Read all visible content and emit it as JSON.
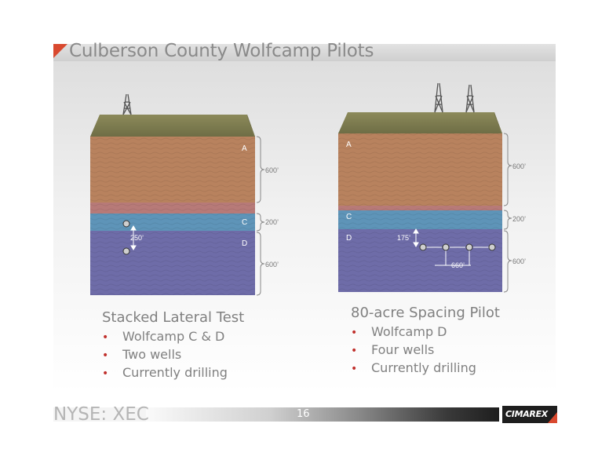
{
  "slide": {
    "title": "Culberson County Wolfcamp Pilots",
    "page_number": "16",
    "ticker": "NYSE: XEC",
    "logo_text": "CIMAREX"
  },
  "colors": {
    "accent": "#d9492f",
    "layer_a": "#b8825e",
    "layer_c": "#5e94b8",
    "layer_d": "#6e6ca8",
    "bullet": "#c0302c"
  },
  "left_diagram": {
    "layer_labels": [
      "A",
      "C",
      "D"
    ],
    "thickness_labels": [
      "600’",
      "200’",
      "600’"
    ],
    "vertical_spacing": "250’",
    "rig_count": 1,
    "well_count": 2
  },
  "right_diagram": {
    "layer_labels": [
      "A",
      "C",
      "D"
    ],
    "thickness_labels": [
      "600’",
      "200’",
      "600’"
    ],
    "vertical_offset": "175’",
    "horizontal_spacing": "660’",
    "rig_count": 2,
    "well_count": 4
  },
  "left_caption": {
    "title": "Stacked Lateral Test",
    "bullets": [
      "Wolfcamp C & D",
      "Two wells",
      "Currently drilling"
    ]
  },
  "right_caption": {
    "title": "80-acre Spacing Pilot",
    "bullets": [
      "Wolfcamp D",
      "Four wells",
      "Currently drilling"
    ]
  }
}
